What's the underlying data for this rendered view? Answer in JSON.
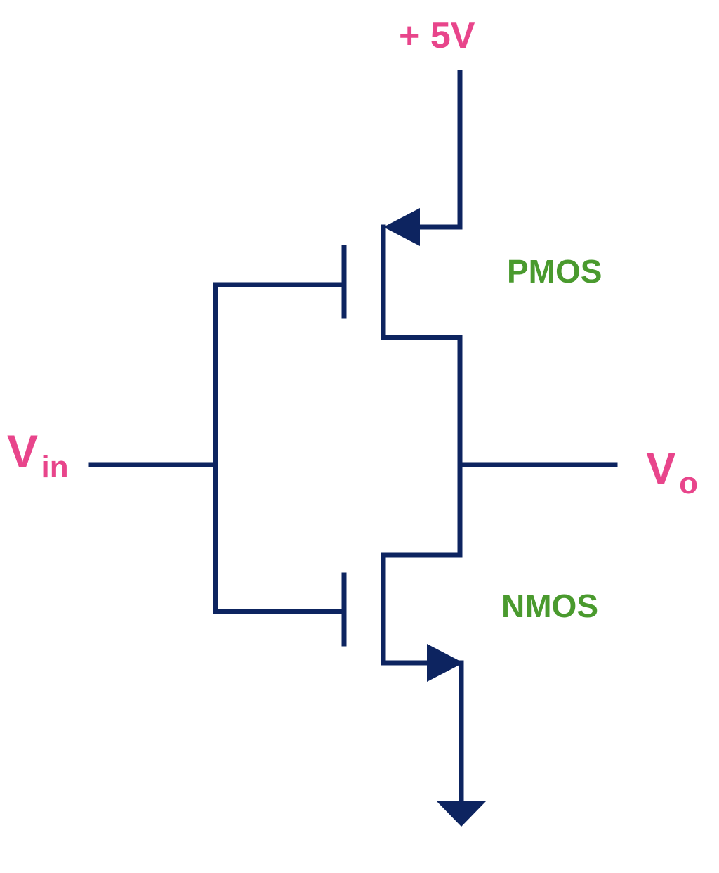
{
  "labels": {
    "supply": "+ 5V",
    "pmos": "PMOS",
    "nmos": "NMOS",
    "input_main": "V",
    "input_sub": "in",
    "output_main": "V",
    "output_sub": "o"
  },
  "colors": {
    "wire": "#0d2460",
    "terminal_label": "#e8458b",
    "transistor_label": "#4a9a2e",
    "background": "#ffffff"
  }
}
